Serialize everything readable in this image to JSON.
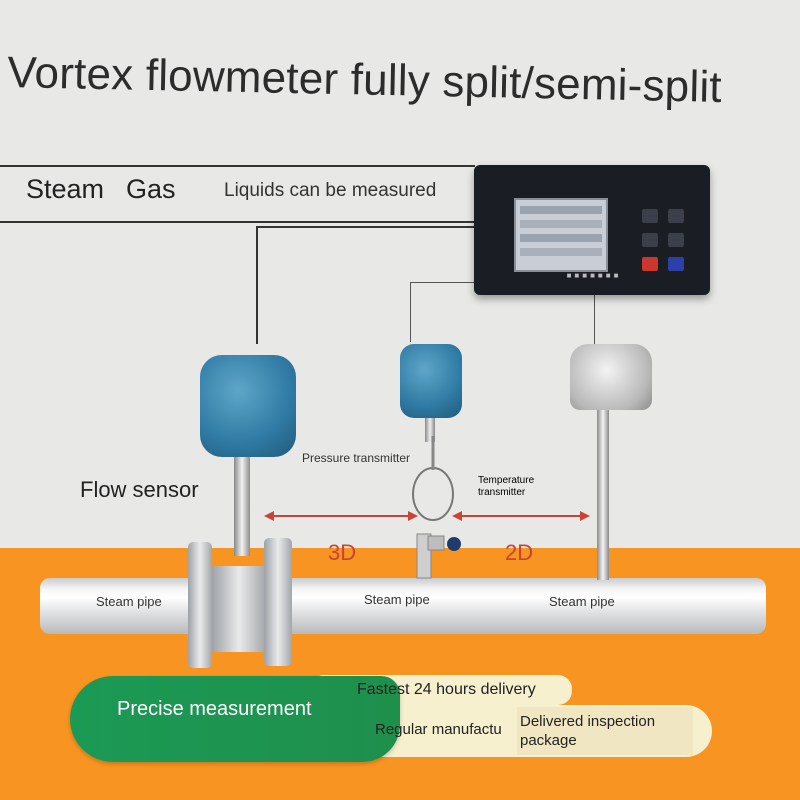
{
  "title": "Vortex flowmeter fully split/semi-split",
  "media": {
    "steam": "Steam",
    "gas": "Gas",
    "note": "Liquids can be measured"
  },
  "labels": {
    "flow_sensor": "Flow sensor",
    "pressure_transmitter": "Pressure transmitter",
    "temperature_transmitter": "Temperature transmitter",
    "dim_3d": "3D",
    "dim_2d": "2D",
    "pipe_1": "Steam pipe",
    "pipe_2": "Steam pipe",
    "pipe_3": "Steam pipe"
  },
  "badges": {
    "green": "Precise measurement",
    "cream_top": "Fastest 24 hours delivery",
    "cream_bottom": "Regular manufactu",
    "inner": "Delivered inspection package"
  },
  "colors": {
    "orange": "#f89421",
    "green": "#1b9a55",
    "arrow_red": "#c94436",
    "sensor_blue": "#2f7aa3"
  },
  "icons": [
    "display-instrument",
    "vortex-flow-sensor",
    "pressure-transmitter",
    "temperature-transmitter",
    "valve-icon"
  ]
}
